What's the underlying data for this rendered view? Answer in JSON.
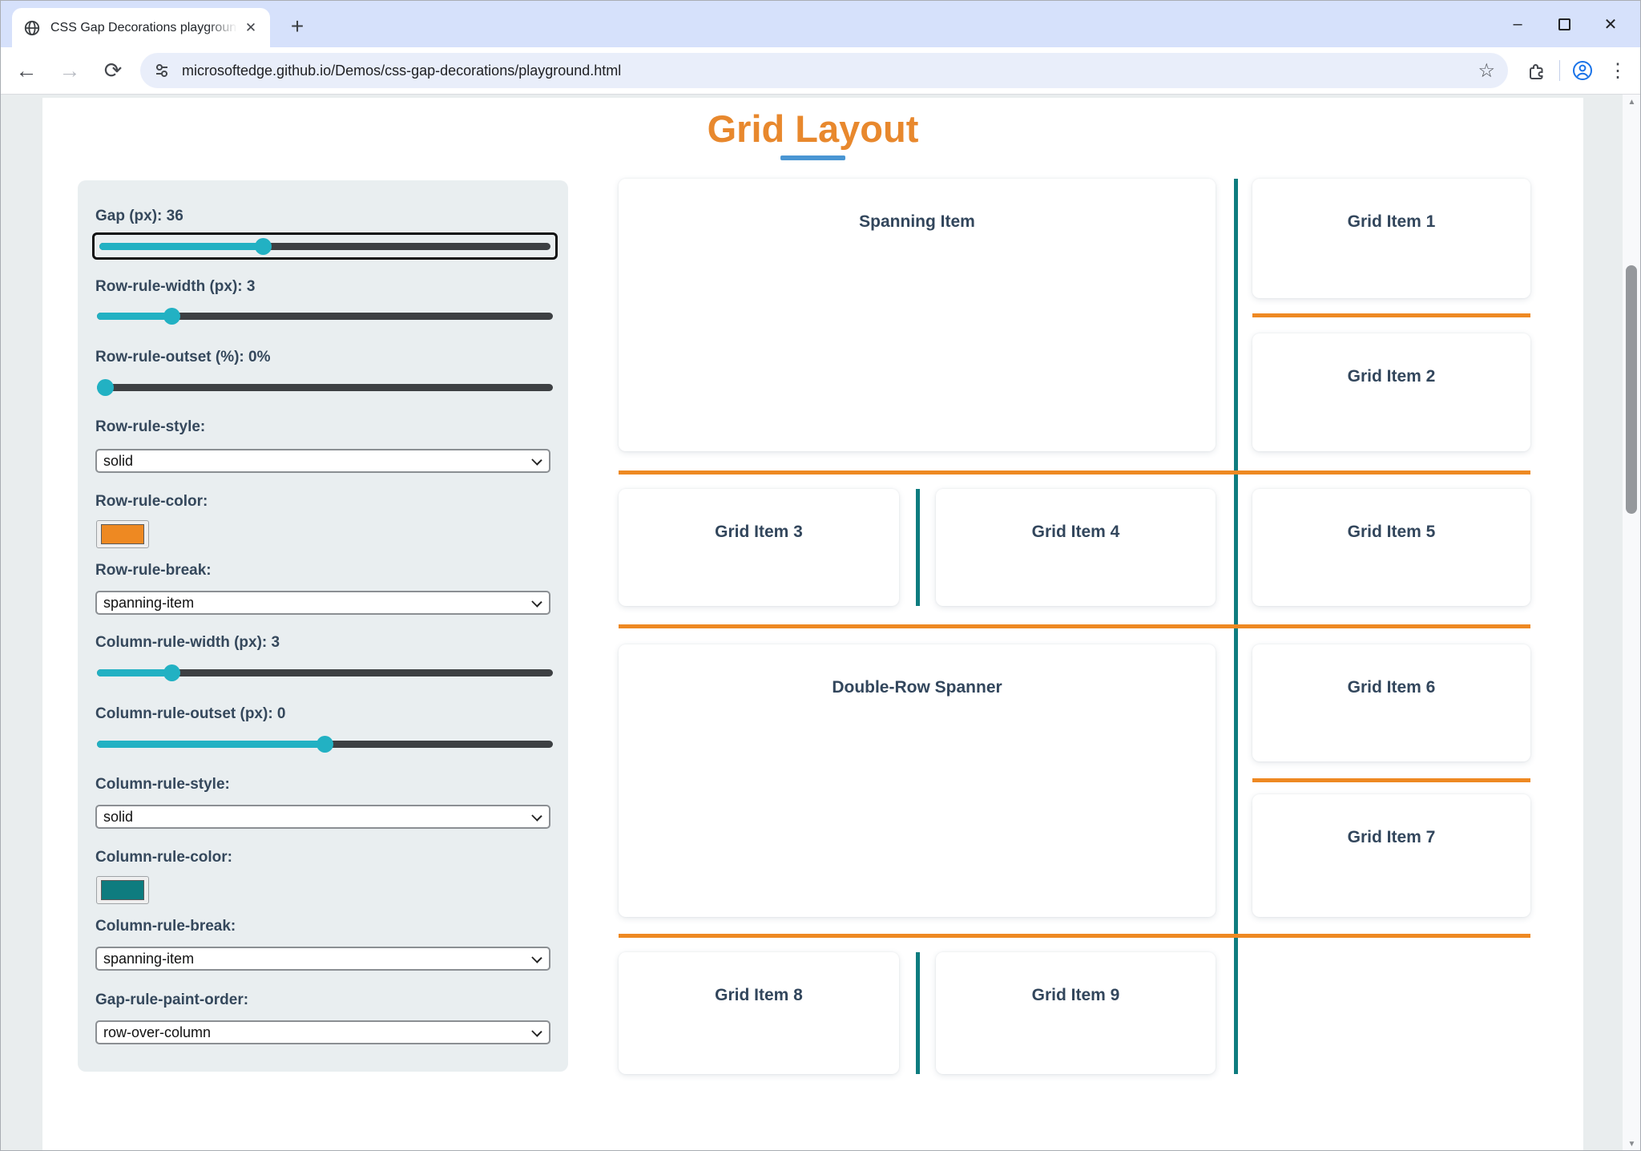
{
  "browser": {
    "tab_title": "CSS Gap Decorations playgroun",
    "url": "microsoftedge.github.io/Demos/css-gap-decorations/playground.html",
    "icons": {
      "tab_close": "✕",
      "new_tab": "+",
      "back": "←",
      "forward": "→",
      "reload": "⟳",
      "bookmark_star": "☆",
      "menu_dots": "⋮",
      "minimize": "–",
      "close_window": "✕",
      "scroll_up": "▲",
      "scroll_down": "▼"
    }
  },
  "page": {
    "title": "Grid Layout"
  },
  "controls": {
    "gap": {
      "label": "Gap (px): 36",
      "fill_pct": 36.5
    },
    "row_rule_width": {
      "label": "Row-rule-width (px): 3",
      "fill_pct": 16.5
    },
    "row_rule_outset": {
      "label": "Row-rule-outset (%): 0%",
      "fill_pct": 2
    },
    "row_rule_style": {
      "label": "Row-rule-style:",
      "value": "solid"
    },
    "row_rule_color": {
      "label": "Row-rule-color:",
      "value": "#ee8922"
    },
    "row_rule_break": {
      "label": "Row-rule-break:",
      "value": "spanning-item"
    },
    "column_rule_width": {
      "label": "Column-rule-width (px): 3",
      "fill_pct": 16.5
    },
    "column_rule_outset": {
      "label": "Column-rule-outset (px): 0",
      "fill_pct": 50
    },
    "column_rule_style": {
      "label": "Column-rule-style:",
      "value": "solid"
    },
    "column_rule_color": {
      "label": "Column-rule-color:",
      "value": "#0e7c7f"
    },
    "column_rule_break": {
      "label": "Column-rule-break:",
      "value": "spanning-item"
    },
    "gap_rule_paint_order": {
      "label": "Gap-rule-paint-order:",
      "value": "row-over-column"
    }
  },
  "grid": {
    "items": [
      {
        "label": "Spanning Item"
      },
      {
        "label": "Grid Item 1"
      },
      {
        "label": "Grid Item 2"
      },
      {
        "label": "Grid Item 3"
      },
      {
        "label": "Grid Item 4"
      },
      {
        "label": "Grid Item 5"
      },
      {
        "label": "Double-Row Spanner"
      },
      {
        "label": "Grid Item 6"
      },
      {
        "label": "Grid Item 7"
      },
      {
        "label": "Grid Item 8"
      },
      {
        "label": "Grid Item 9"
      }
    ]
  },
  "colors": {
    "heading_orange": "#e8882d",
    "title_underline_blue": "#4a96d3",
    "row_rule_orange": "#ee8922",
    "column_rule_teal": "#0e7c7f",
    "slider_cyan": "#22b1c3",
    "panel_bg": "#e9eef0",
    "titlebar_bg": "#d6e1fb"
  }
}
